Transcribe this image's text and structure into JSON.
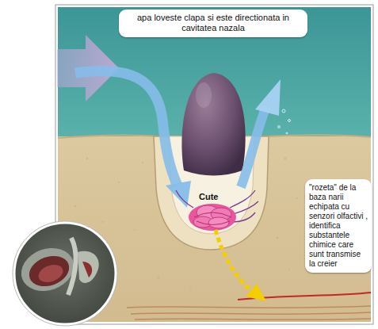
{
  "diagram": {
    "nodes": [
      {
        "text": [
          "apa loveste clapa si este directionata in cavitatea nazala"
        ]
      },
      {
        "text": [
          "\"rozeta\" de la baza narii echipata cu senzori olfactivi , identifica substantele chimice care sunt transmise la creier"
        ]
      }
    ],
    "labels": [
      "Cute"
    ]
  }
}
